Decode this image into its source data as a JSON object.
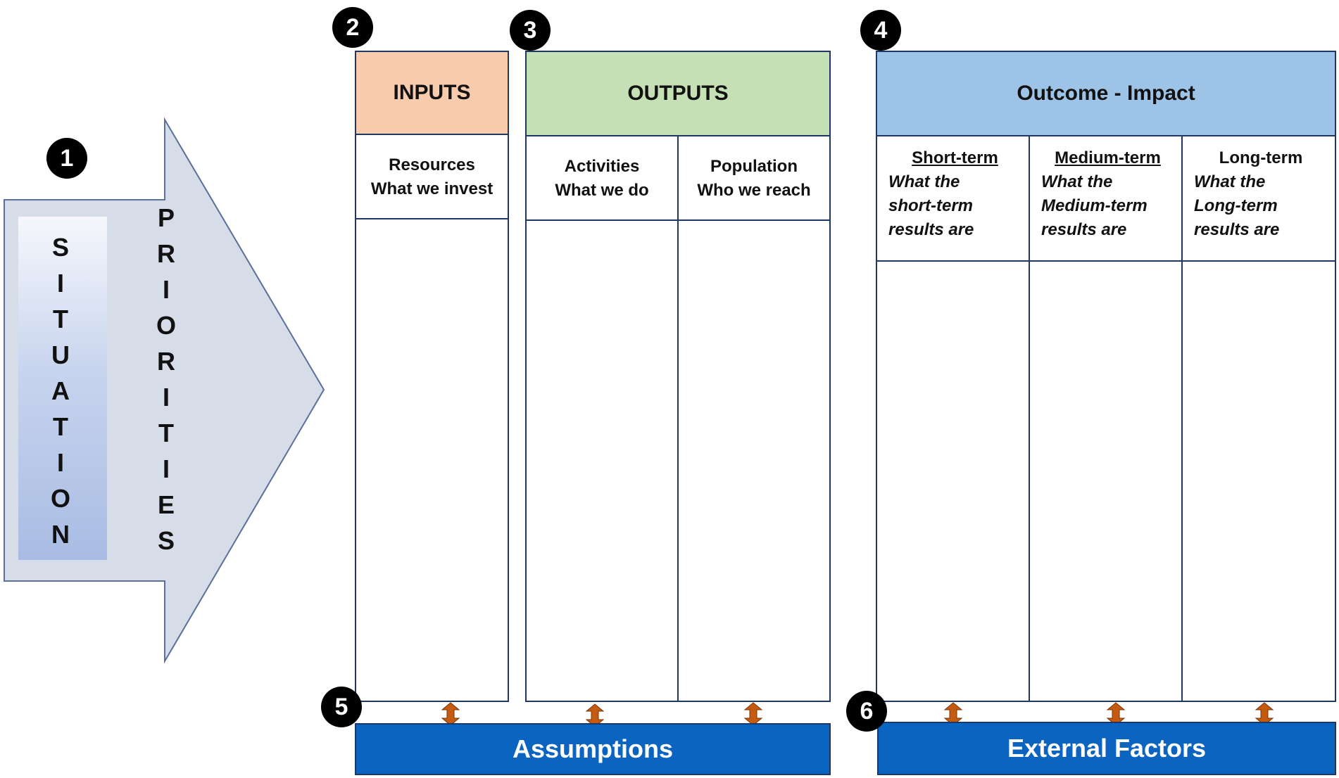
{
  "badges": [
    "1",
    "2",
    "3",
    "4",
    "5",
    "6"
  ],
  "situation": [
    "S",
    "I",
    "T",
    "U",
    "A",
    "T",
    "I",
    "O",
    "N"
  ],
  "priorities": [
    "P",
    "R",
    "I",
    "O",
    "R",
    "I",
    "T",
    "I",
    "E",
    "S"
  ],
  "inputs": {
    "title": "INPUTS",
    "resources": {
      "line1": "Resources",
      "line2": "What we invest"
    }
  },
  "outputs": {
    "title": "OUTPUTS",
    "activities": {
      "line1": "Activities",
      "line2": "What we do"
    },
    "population": {
      "line1": "Population",
      "line2": "Who we reach"
    }
  },
  "outcome": {
    "title": "Outcome - Impact",
    "short": {
      "title": "Short-term",
      "lines": [
        "What the",
        "short-term",
        "results are"
      ]
    },
    "medium": {
      "title": "Medium-term",
      "lines": [
        "What the",
        "Medium-term",
        "results are"
      ]
    },
    "long": {
      "title": "Long-term",
      "lines": [
        "What the",
        "Long-term",
        "results are"
      ]
    }
  },
  "assumptions": "Assumptions",
  "external_factors": "External Factors",
  "colors": {
    "inputs_header": "#f8cbad",
    "outputs_header": "#c5e0b4",
    "outcome_header": "#9dc3e6",
    "banner": "#0b64c0",
    "arrow_fill": "#d6dce8",
    "double_arrow": "#c55a11"
  }
}
